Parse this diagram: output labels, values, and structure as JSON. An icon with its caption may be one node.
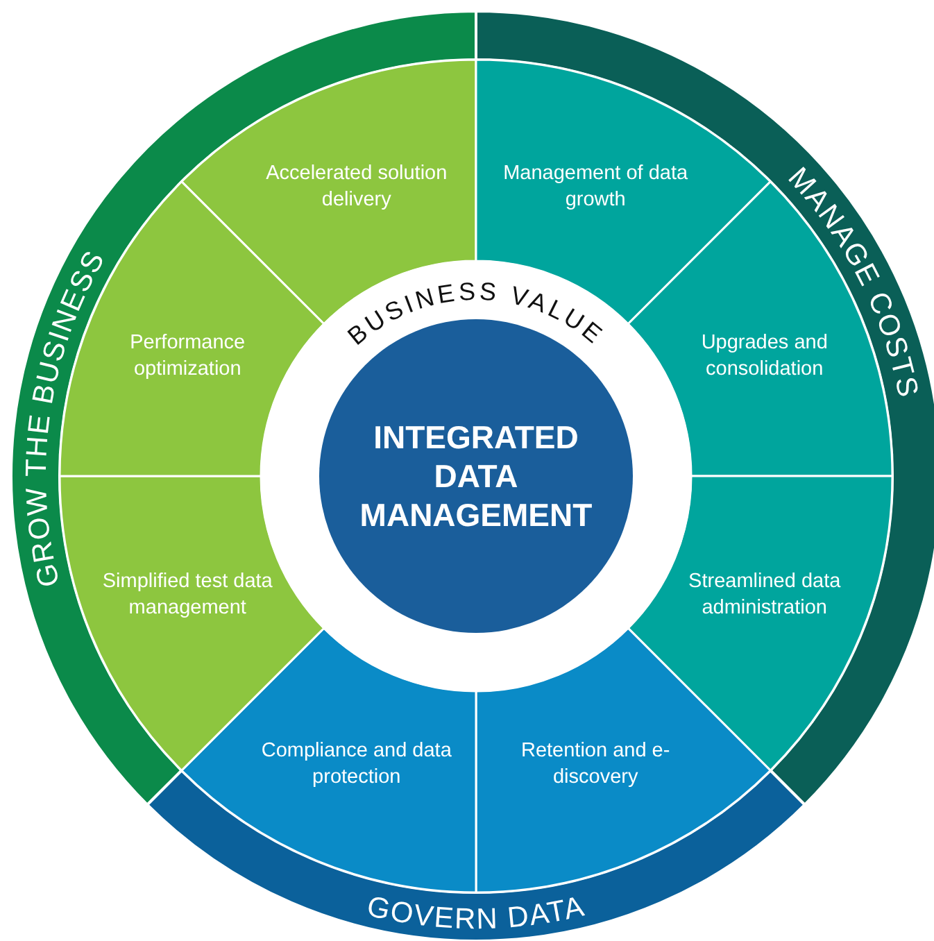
{
  "diagram": {
    "nodes": [
      {
        "text": [
          "GROW THE BUSINESS"
        ]
      },
      {
        "text": [
          "MANAGE COSTS"
        ]
      },
      {
        "text": [
          "GOVERN DATA"
        ]
      },
      {
        "text": [
          "Accelerated solution delivery"
        ]
      },
      {
        "text": [
          "Management of data growth"
        ]
      },
      {
        "text": [
          "Upgrades and consolidation"
        ]
      },
      {
        "text": [
          "Streamlined data administration"
        ]
      },
      {
        "text": [
          "Retention and e-discovery"
        ]
      },
      {
        "text": [
          "Compliance and data protection"
        ]
      },
      {
        "text": [
          "Simplified test data management"
        ]
      },
      {
        "text": [
          "Performance optimization"
        ]
      },
      {
        "text": [
          "BUSINESS VALUE"
        ]
      },
      {
        "text": [
          "INTEGRATED DATA MANAGEMENT"
        ]
      }
    ]
  }
}
